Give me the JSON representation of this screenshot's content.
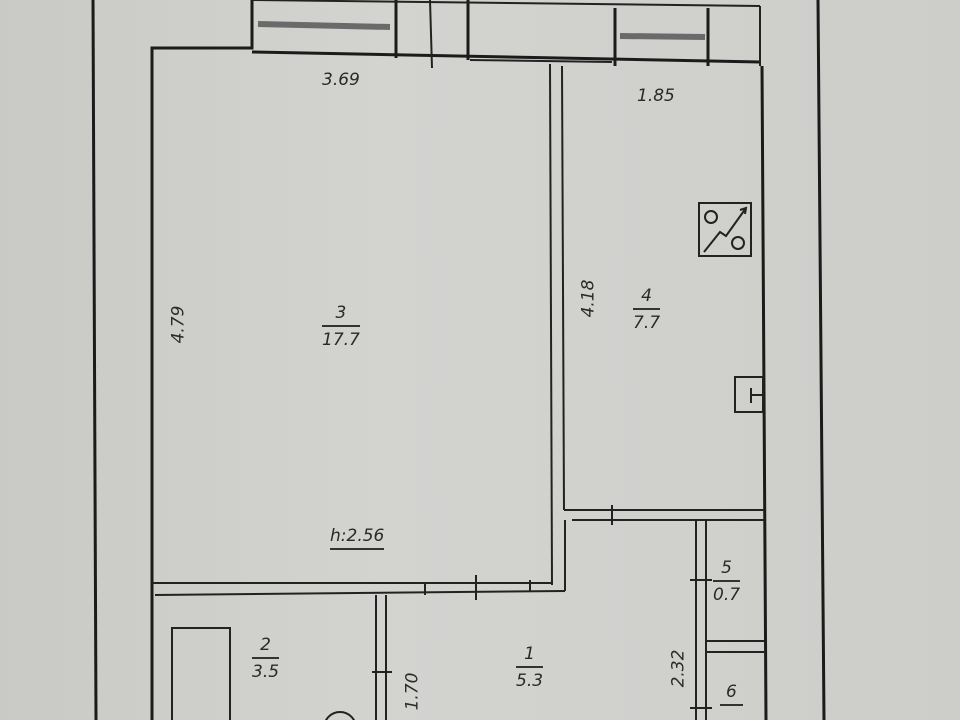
{
  "plan": {
    "type": "apartment floor plan",
    "ceiling_height_label": "h:2.56",
    "rooms": [
      {
        "number": "1",
        "area": "5.3"
      },
      {
        "number": "2",
        "area": "3.5"
      },
      {
        "number": "3",
        "area": "17.7"
      },
      {
        "number": "4",
        "area": "7.7"
      },
      {
        "number": "5",
        "area": "0.7"
      },
      {
        "number": "6",
        "area": ""
      }
    ],
    "dimensions": {
      "room3_width": "3.69",
      "room3_length": "4.79",
      "room4_width": "1.85",
      "room4_length": "4.18",
      "room1_side": "2.32",
      "room2_side": "1.70"
    },
    "symbols": [
      "gas-stove-icon",
      "electrical-panel-icon",
      "bathtub",
      "toilet"
    ]
  }
}
